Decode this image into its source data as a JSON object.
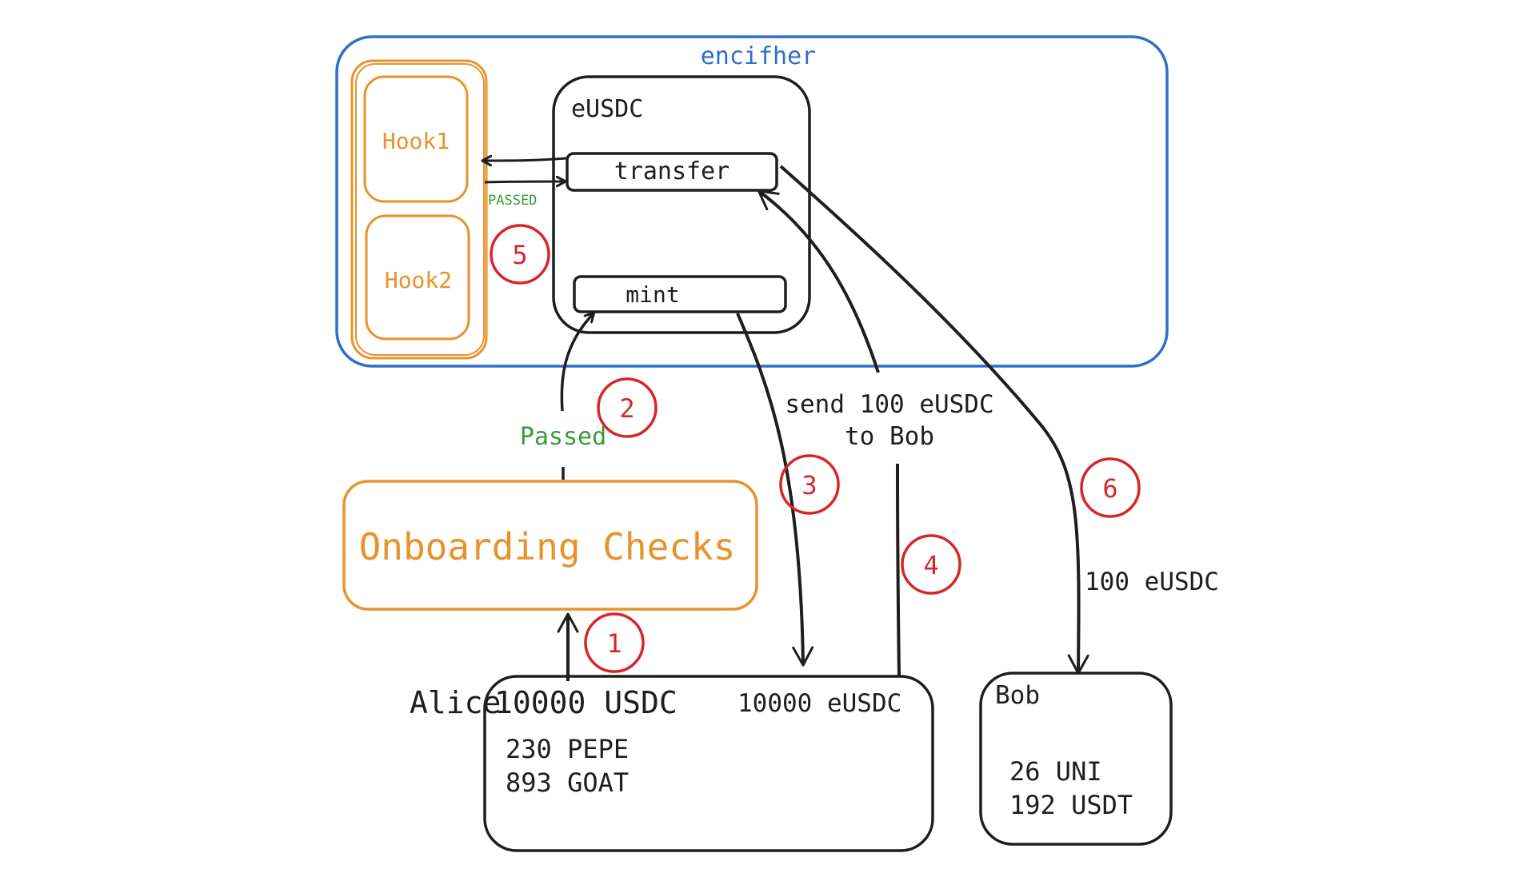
{
  "colors": {
    "ink": "#1e1e1e",
    "orange": "#e8922b",
    "blue": "#2f6fca",
    "green": "#3a9a3a",
    "red": "#d7262b"
  },
  "encifher": {
    "label": "encifher"
  },
  "hooks": [
    {
      "label": "Hook1"
    },
    {
      "label": "Hook2"
    }
  ],
  "eusdc": {
    "title": "eUSDC",
    "transfer_label": "transfer",
    "mint_label": "mint"
  },
  "hook_passed_label": "PASSED",
  "onboarding": {
    "label": "Onboarding Checks",
    "passed_label": "Passed"
  },
  "send_label": {
    "line1": "send 100 eUSDC",
    "line2": "to Bob"
  },
  "amount_label": "100 eUSDC",
  "alice": {
    "name": "Alice",
    "usdc": "10000 USDC",
    "eusdc": "10000 eUSDC",
    "holdings": [
      "230 PEPE",
      "893 GOAT"
    ]
  },
  "bob": {
    "name": "Bob",
    "holdings": [
      "26 UNI",
      "192 USDT"
    ]
  },
  "steps": [
    "1",
    "2",
    "3",
    "4",
    "5",
    "6"
  ]
}
